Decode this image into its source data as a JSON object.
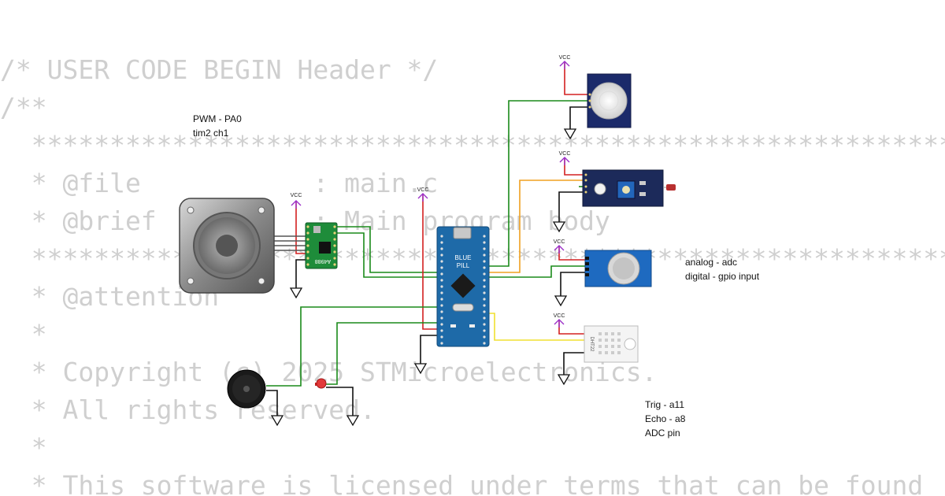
{
  "code_lines": [
    "/* USER CODE BEGIN Header */",
    "/**",
    "  ******************************************************************************",
    "  * @file           : main.c",
    "  * @brief          : Main program body",
    "  ******************************************************************************",
    "  * @attention",
    "  *",
    "  * Copyright (c) 2025 STMicroelectronics.",
    "  * All rights reserved.",
    "  *",
    "  * This software is licensed under terms that can be found"
  ],
  "notes": {
    "pwm_line1": "PWM - PA0",
    "pwm_line2": "tim2 ch1",
    "mq_line1": "analog - adc",
    "mq_line2": "digital - gpio input",
    "trig": "Trig - a11",
    "echo": "Echo - a8",
    "adc": "ADC pin"
  },
  "labels": {
    "vcc": "VCC",
    "board_line1": "BLUE",
    "board_line2": "PILL",
    "driver": "A4988",
    "dht": "DHT22"
  },
  "colors": {
    "wire_green": "#1a8a1a",
    "wire_red": "#d42020",
    "wire_orange": "#f0a020",
    "wire_yellow": "#f0e030",
    "wire_black": "#111111",
    "vcc_purple": "#9b30c8",
    "board_blue": "#1e6aa8",
    "driver_green": "#1e8c3a"
  }
}
